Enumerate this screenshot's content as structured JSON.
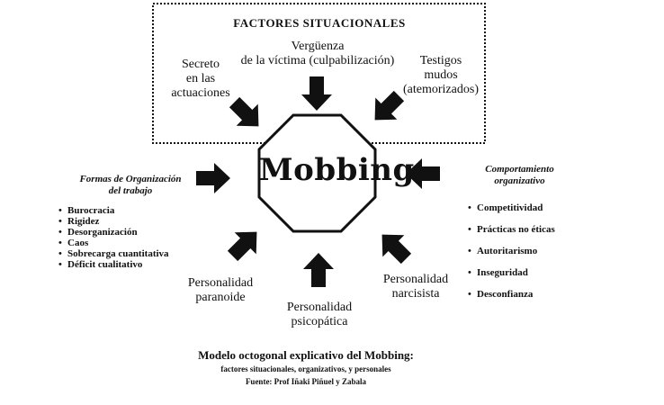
{
  "center_label": "Mobbing",
  "situational": {
    "title": "FACTORES SITUACIONALES",
    "items": [
      "Secreto\nen las\nactuaciones",
      "Vergüenza\nde la víctima (culpabilización)",
      "Testigos\nmudos\n(atemorizados)"
    ]
  },
  "organization": {
    "title": "Formas de Organización\ndel trabajo",
    "items": [
      "Burocracia",
      "Rigidez",
      "Desorganización",
      "Caos",
      "Sobrecarga cuantitativa",
      "Déficit cualitativo"
    ]
  },
  "behavior": {
    "title": "Comportamiento\norganizativo",
    "items": [
      "Competitividad",
      "Prácticas no éticas",
      "Autoritarismo",
      "Inseguridad",
      "Desconfianza"
    ]
  },
  "personality": {
    "paranoid": "Personalidad\nparanoide",
    "psychopathic": "Personalidad\npsicopática",
    "narcissistic": "Personalidad\nnarcisista"
  },
  "caption": {
    "main": "Modelo octogonal explicativo del Mobbing:",
    "sub": "factores situacionales, organizativos, y personales",
    "source": "Fuente:  Prof Iñaki Piñuel y Zabala"
  }
}
